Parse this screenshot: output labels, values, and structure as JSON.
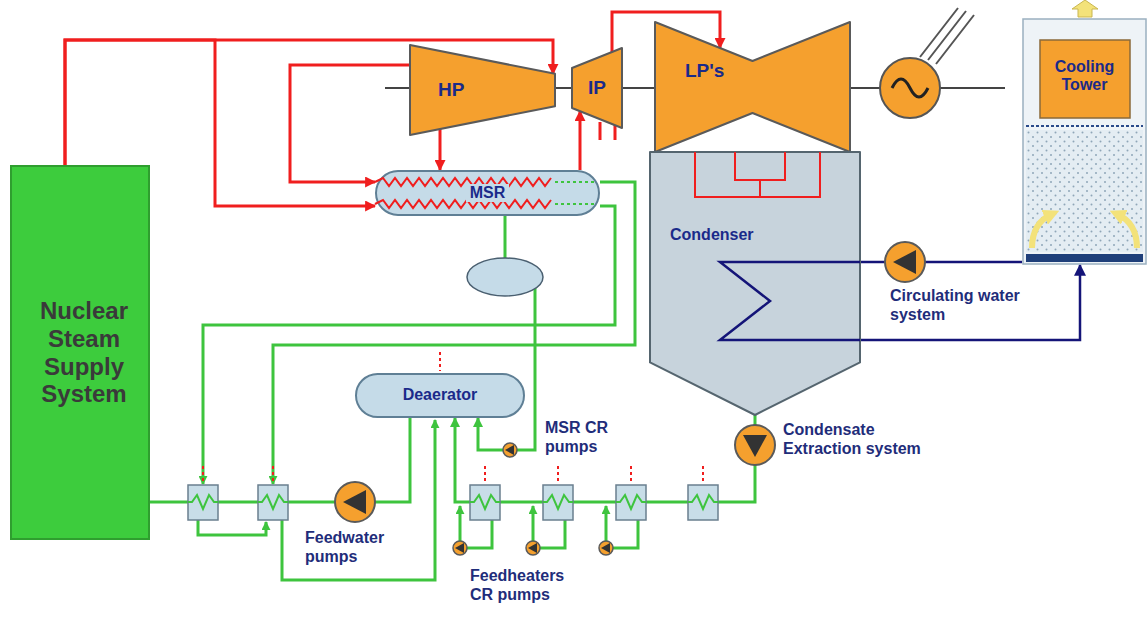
{
  "diagram": {
    "nodes": [
      {
        "text": [
          "Nuclear Steam Supply System"
        ]
      },
      {
        "text": [
          "HP"
        ]
      },
      {
        "text": [
          "IP"
        ]
      },
      {
        "text": [
          "LP's"
        ]
      },
      {
        "text": [
          "Cooling Tower"
        ]
      },
      {
        "text": [
          "MSR"
        ]
      },
      {
        "text": [
          "Condenser"
        ]
      },
      {
        "text": [
          "Deaerator"
        ]
      }
    ],
    "edges": [
      {
        "from": 0,
        "to": 1,
        "arrow": "to"
      },
      {
        "from": 0,
        "to": 5,
        "arrow": "to"
      },
      {
        "from": 1,
        "to": 5,
        "arrow": "to"
      },
      {
        "from": 1,
        "to": 5,
        "arrow": "to"
      },
      {
        "from": 5,
        "to": 2,
        "arrow": "to"
      },
      {
        "from": 2,
        "to": 3,
        "arrow": "to"
      },
      {
        "from": 6,
        "to": 7,
        "arrow": "to"
      },
      {
        "from": 5,
        "to": 7,
        "arrow": "to"
      },
      {
        "from": 4,
        "to": 6,
        "arrow": "none"
      },
      {
        "from": 6,
        "to": 4,
        "arrow": "to"
      },
      {
        "from": 7,
        "to": 0,
        "arrow": "none"
      }
    ],
    "labels": [
      "Circulating water system",
      "Condensate Extraction system",
      "MSR CR pumps",
      "Feedwater pumps",
      "Feedheaters CR pumps"
    ]
  }
}
